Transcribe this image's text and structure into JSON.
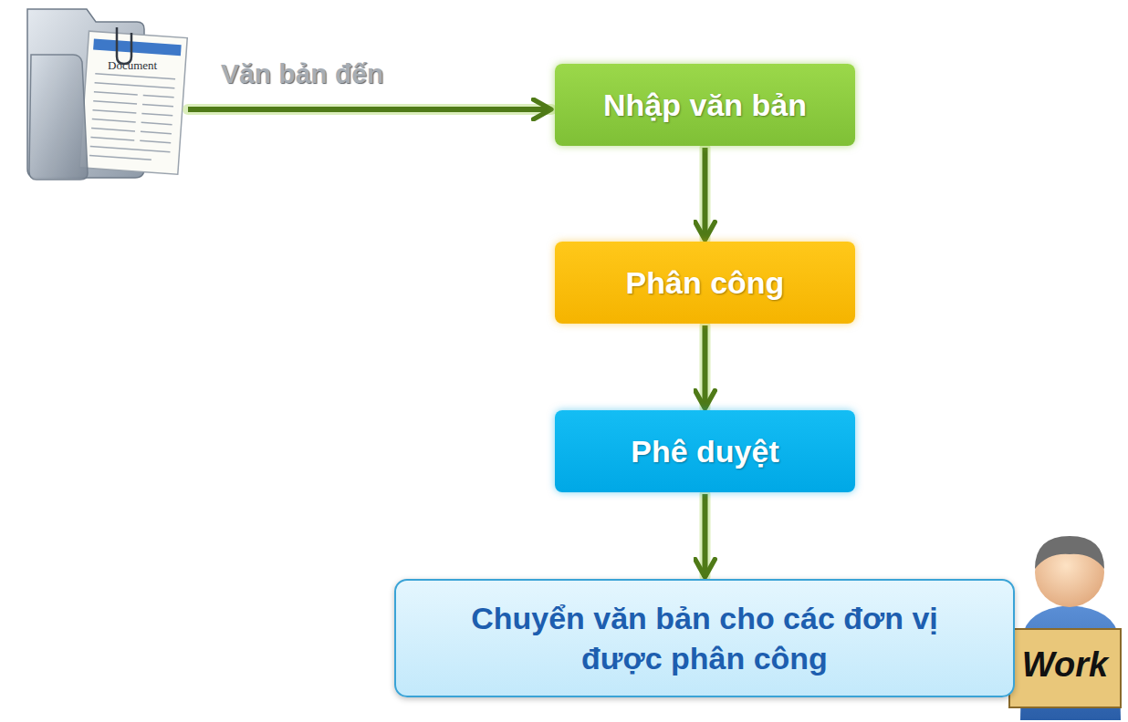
{
  "diagram": {
    "nodes": [
      {
        "text": [
          "Nhập văn bản"
        ]
      },
      {
        "text": [
          "Phân công"
        ]
      },
      {
        "text": [
          "Phê duyệt"
        ]
      },
      {
        "text": [
          "Chuyển văn bản cho các đơn vị được phân công"
        ]
      }
    ],
    "edges": [
      {
        "from": 0,
        "to": 1,
        "arrow": "to"
      },
      {
        "from": 1,
        "to": 2,
        "arrow": "to"
      },
      {
        "from": 2,
        "to": 3,
        "arrow": "to"
      }
    ],
    "labels": [
      "Văn bản đến",
      "Document",
      "Work"
    ]
  }
}
